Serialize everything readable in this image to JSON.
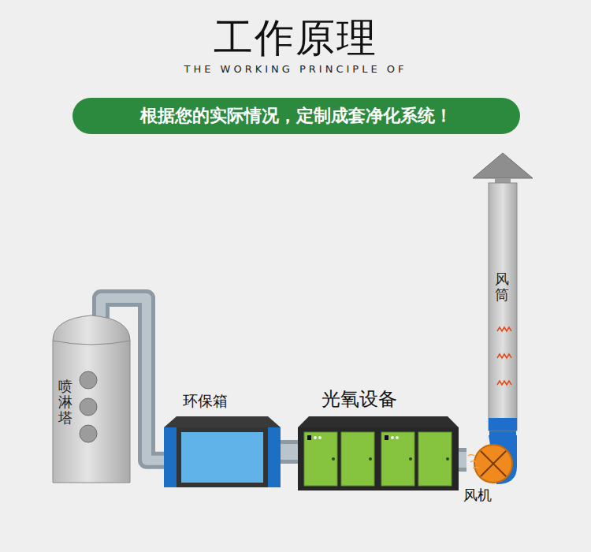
{
  "diagram": {
    "title": "工作原理",
    "nodes": [
      {
        "text": [
          "根据您的实际情况，定制成套净化系统！"
        ]
      },
      {
        "text": [
          "喷淋塔"
        ]
      },
      {
        "text": [
          "环保箱"
        ]
      },
      {
        "text": [
          "光氧设备"
        ]
      },
      {
        "text": [
          "风机"
        ]
      },
      {
        "text": [
          "风筒"
        ]
      }
    ],
    "edges": [
      {
        "from": 1,
        "to": 2,
        "arrow": "none"
      },
      {
        "from": 2,
        "to": 3,
        "arrow": "none"
      },
      {
        "from": 3,
        "to": 4,
        "arrow": "none"
      },
      {
        "from": 4,
        "to": 5,
        "arrow": "none"
      }
    ],
    "labels": [
      "THE WORKING PRINCIPLE OF"
    ]
  }
}
